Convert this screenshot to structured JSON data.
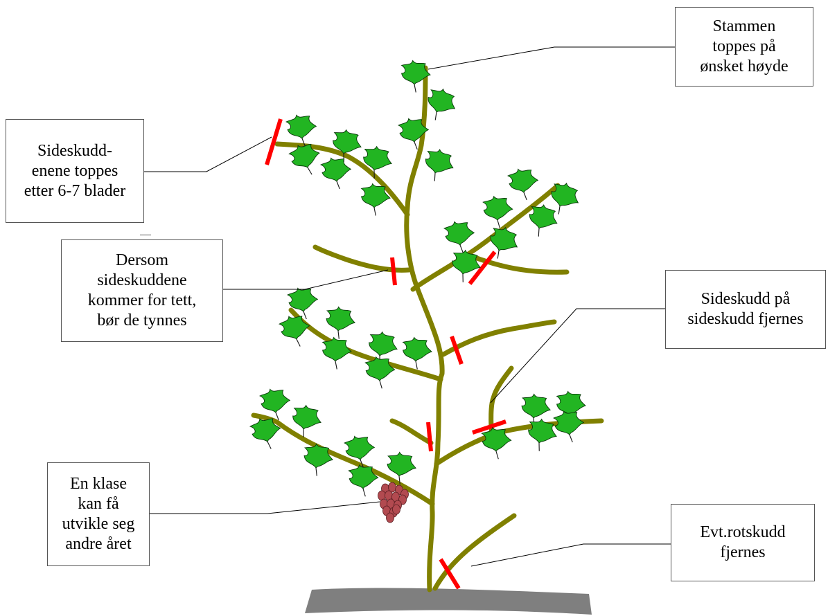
{
  "colors": {
    "stem": "#808000",
    "leaf": "#22b522",
    "leaf_outline": "#0a3a0a",
    "cut_mark": "#ff0000",
    "grape": "#b24a50",
    "grape_outline": "#5a1e22",
    "ground": "#7f7f7f",
    "leader_line": "#000000",
    "box_border": "#555555"
  },
  "labels": {
    "stem_top": {
      "lines": [
        "Stammen",
        "toppes på",
        "ønsket høyde"
      ]
    },
    "side_shoots_top": {
      "lines": [
        "Sideskudd-",
        "enene toppes",
        "etter 6-7 blader"
      ]
    },
    "thin_dense": {
      "lines": [
        "Dersom",
        "sideskuddene",
        "kommer for tett,",
        "bør de tynnes"
      ]
    },
    "side_on_side": {
      "lines": [
        "Sideskudd på",
        "sideskudd fjernes"
      ]
    },
    "one_cluster": {
      "lines": [
        "En klase",
        "kan få",
        "utvikle seg",
        "andre året"
      ]
    },
    "root_shoots": {
      "lines": [
        "Evt.rotskudd",
        "fjernes"
      ]
    }
  },
  "icons": {
    "leaf": "grape-leaf-icon",
    "cluster": "grape-cluster-icon",
    "cut": "cut-mark-icon"
  }
}
